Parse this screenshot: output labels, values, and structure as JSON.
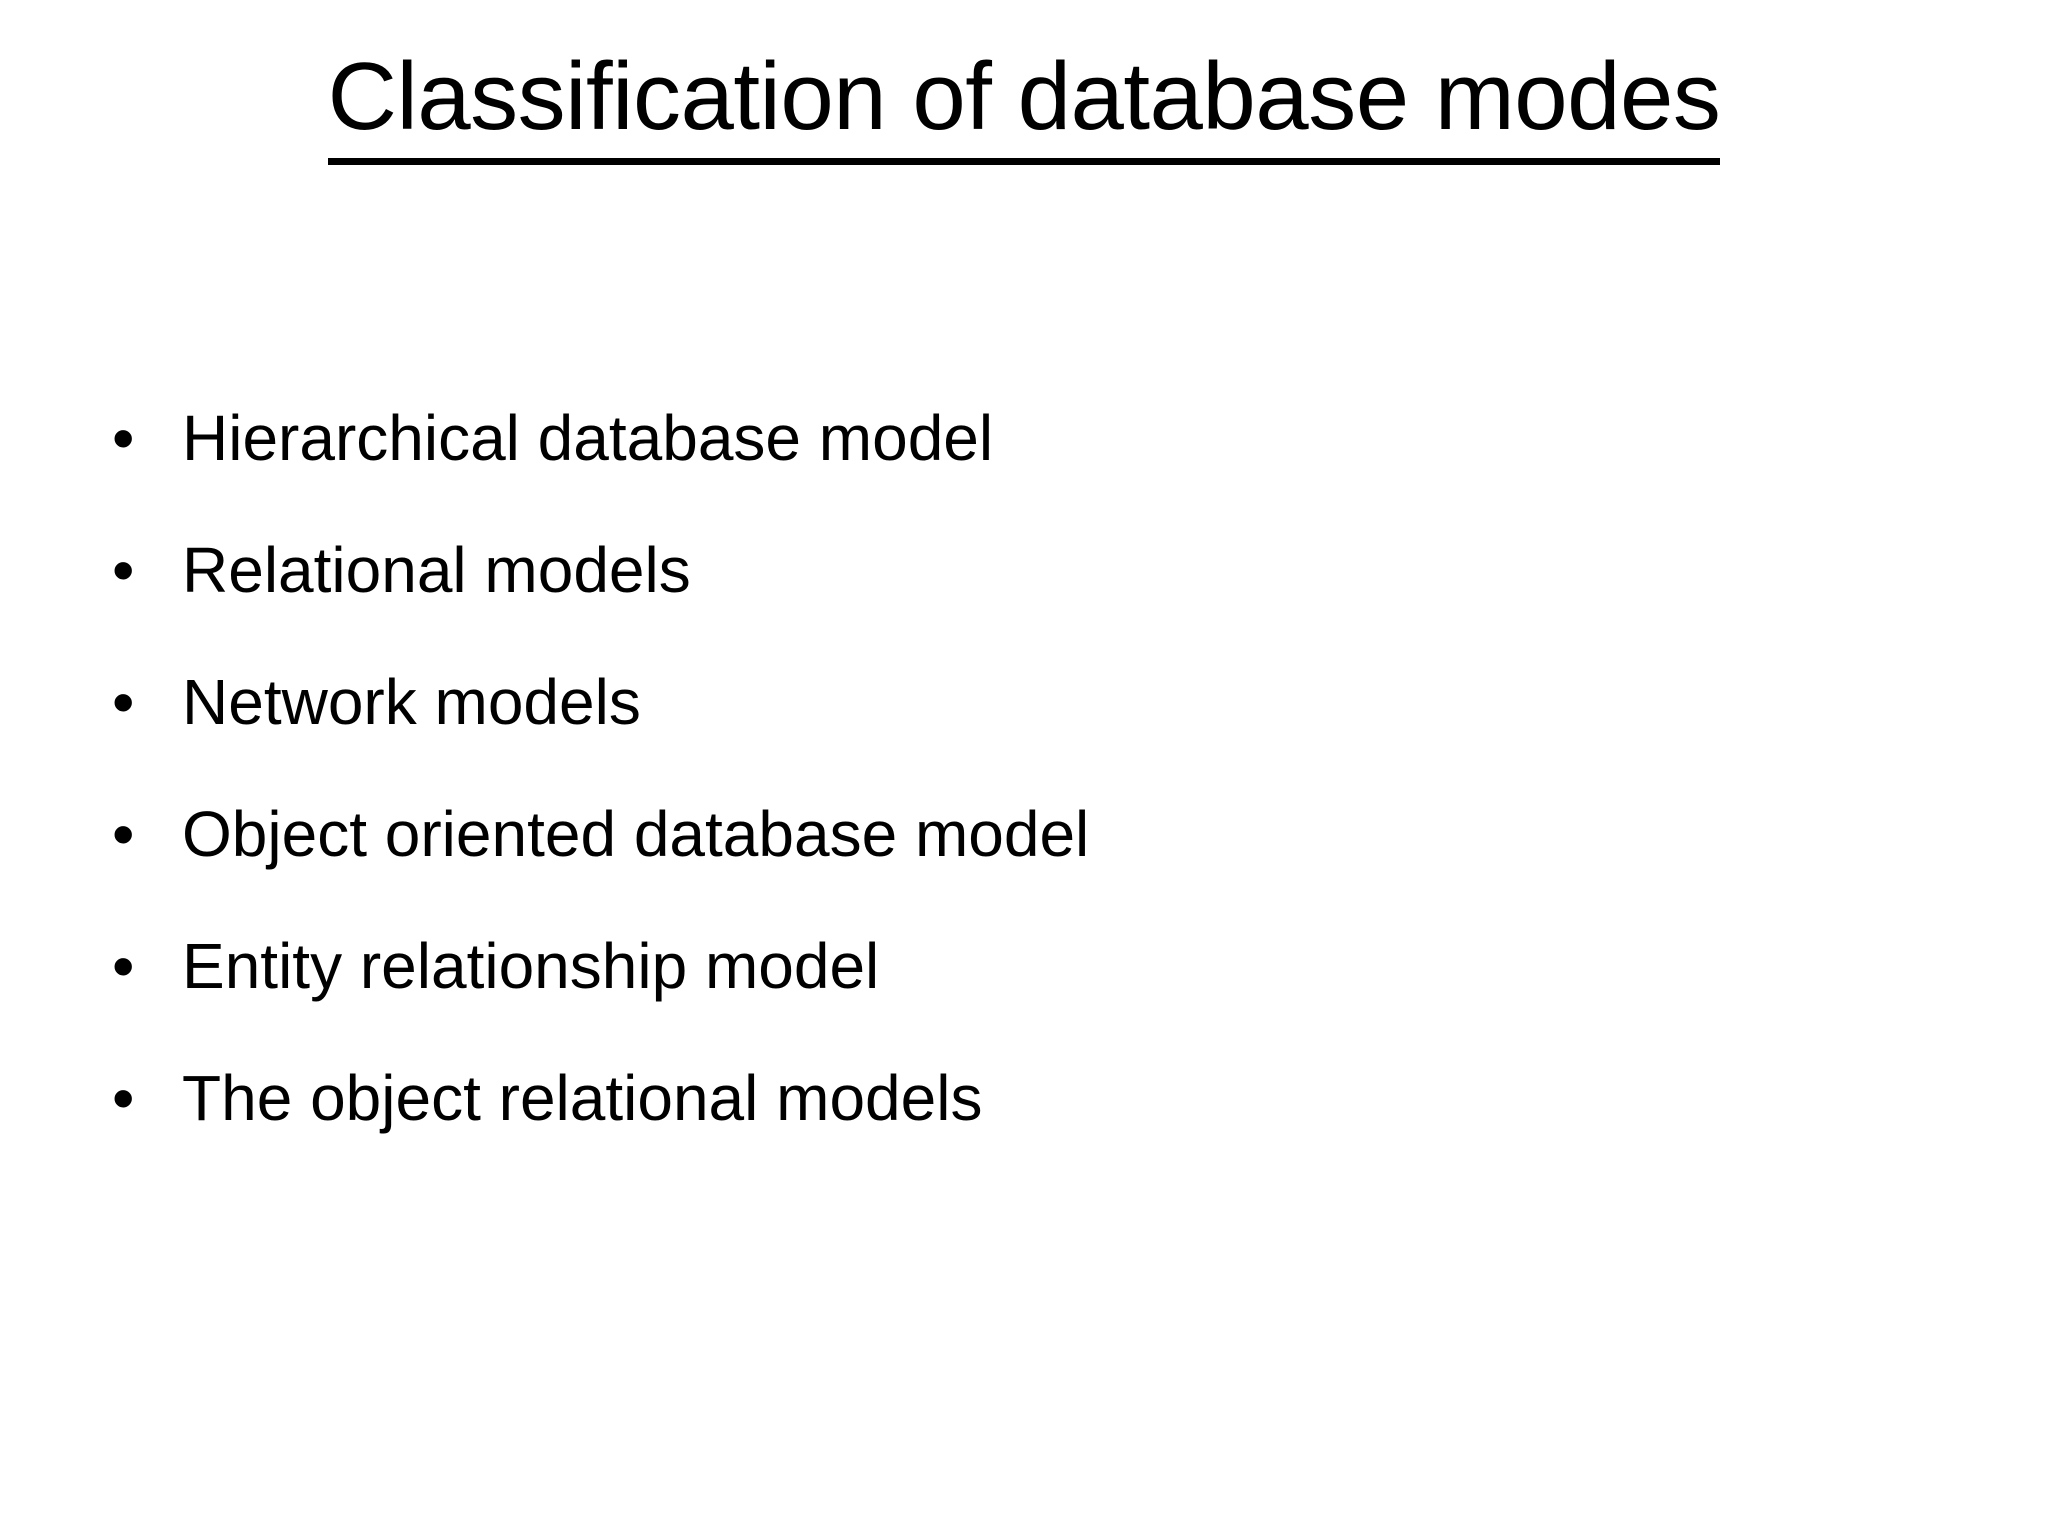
{
  "slide": {
    "background_color": "#ffffff",
    "text_color": "#000000",
    "title": "Classification of database modes",
    "title_underlined": true,
    "bullet_glyph": "•",
    "bullets": [
      {
        "label": "Hierarchical database model"
      },
      {
        "label": "Relational models"
      },
      {
        "label": "Network models"
      },
      {
        "label": "Object oriented database model"
      },
      {
        "label": "Entity relationship model"
      },
      {
        "label": "The object relational models"
      }
    ]
  }
}
